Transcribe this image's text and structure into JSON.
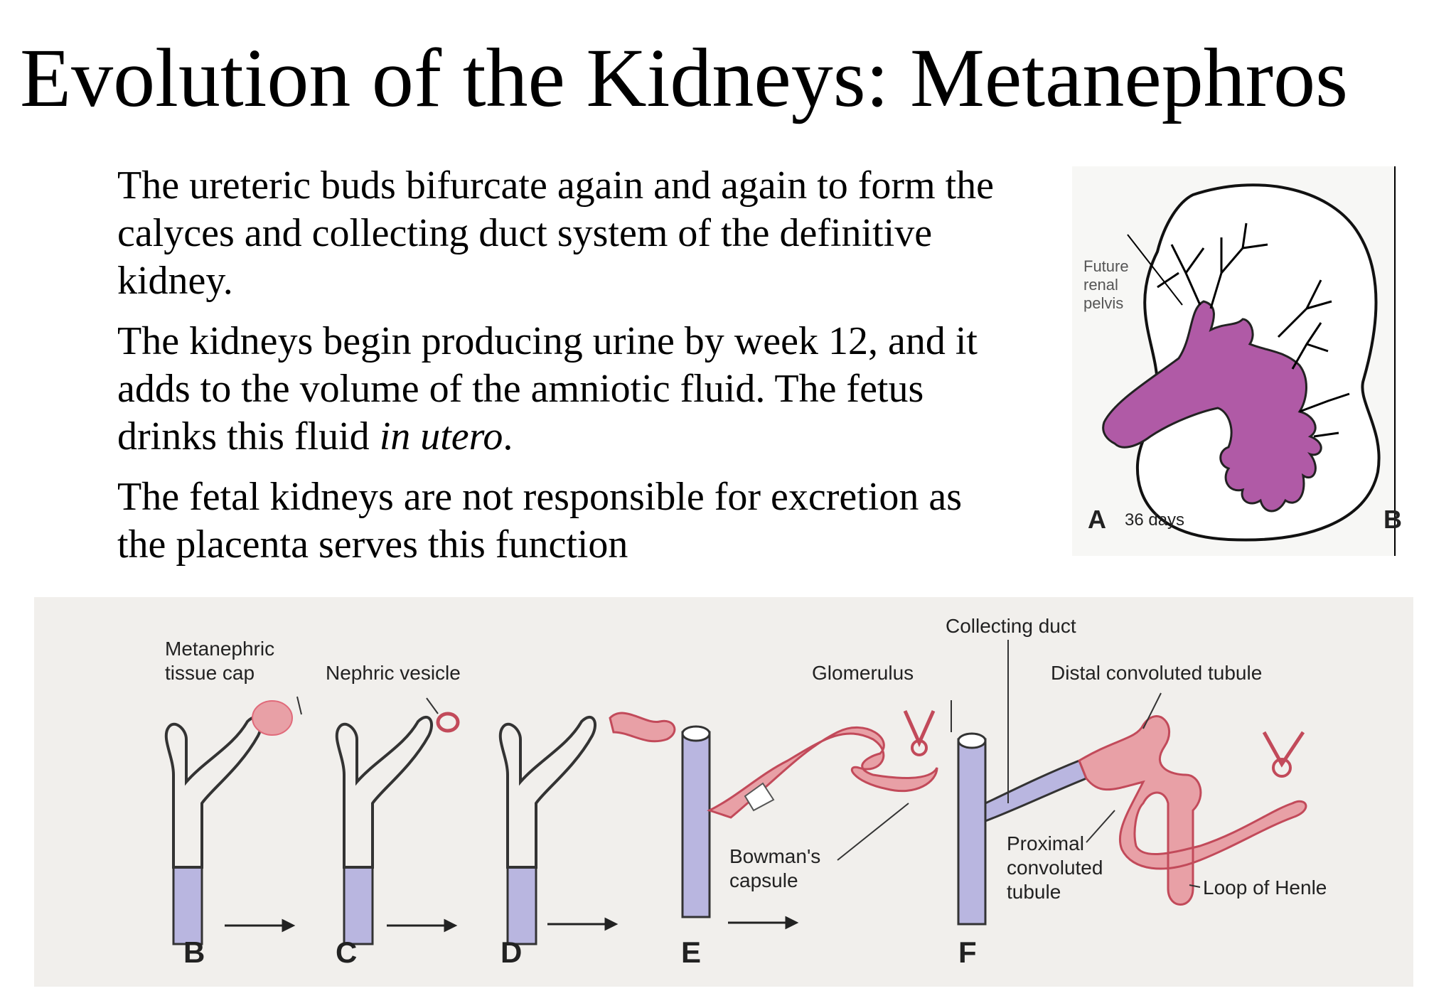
{
  "slide": {
    "title": "Evolution of the Kidneys: Metanephros",
    "bullets": [
      "The ureteric buds bifurcate again and again to form the calyces and collecting duct system of the definitive kidney.",
      "The kidneys begin producing urine by week 12, and it adds to the volume of the amniotic fluid. The fetus drinks this fluid ",
      "The fetal kidneys are not responsible for excretion as the placenta serves this function"
    ],
    "bullet2_italic": "in utero",
    "bullet2_end": "."
  },
  "figure_a": {
    "label_future": "Future",
    "label_renal": "renal",
    "label_pelvis": "pelvis",
    "letter": "A",
    "days": "36 days",
    "edge_letter": "B"
  },
  "figure_b": {
    "metanephric_1": "Metanephric",
    "metanephric_2": "tissue cap",
    "nephric_vesicle": "Nephric vesicle",
    "glomerulus": "Glomerulus",
    "collecting_duct": "Collecting duct",
    "distal": "Distal convoluted tubule",
    "bowmans_1": "Bowman's",
    "bowmans_2": "capsule",
    "proximal_1": "Proximal",
    "proximal_2": "convoluted",
    "proximal_3": "tubule",
    "loop": "Loop of Henle",
    "stages": [
      "B",
      "C",
      "D",
      "E",
      "F"
    ]
  },
  "colors": {
    "kidney_fill": "#b05aa6",
    "tubule_pink": "#e8a0a6",
    "duct_lavender": "#b9b6e0"
  }
}
